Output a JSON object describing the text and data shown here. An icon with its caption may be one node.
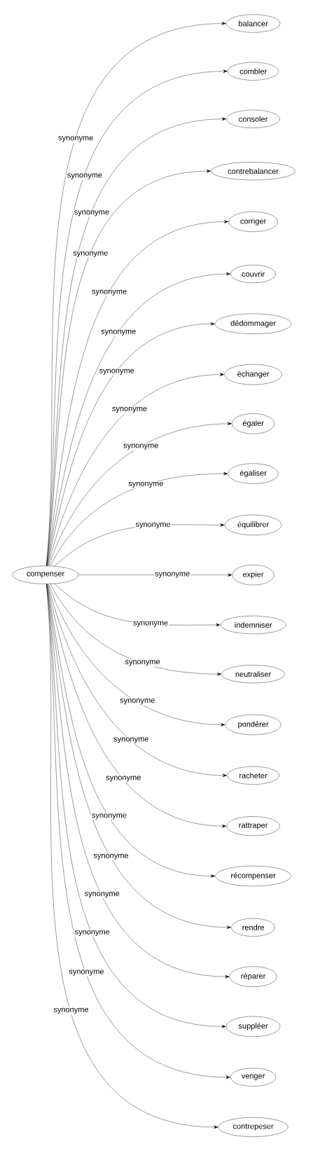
{
  "diagram": {
    "nodes": [
      {
        "text": [
          "compenser"
        ]
      },
      {
        "text": [
          "balancer"
        ]
      },
      {
        "text": [
          "combler"
        ]
      },
      {
        "text": [
          "consoler"
        ]
      },
      {
        "text": [
          "contrebalancer"
        ]
      },
      {
        "text": [
          "corriger"
        ]
      },
      {
        "text": [
          "couvrir"
        ]
      },
      {
        "text": [
          "dédommager"
        ]
      },
      {
        "text": [
          "échanger"
        ]
      },
      {
        "text": [
          "égaler"
        ]
      },
      {
        "text": [
          "égaliser"
        ]
      },
      {
        "text": [
          "équilibrer"
        ]
      },
      {
        "text": [
          "expier"
        ]
      },
      {
        "text": [
          "indemniser"
        ]
      },
      {
        "text": [
          "neutraliser"
        ]
      },
      {
        "text": [
          "pondérer"
        ]
      },
      {
        "text": [
          "racheter"
        ]
      },
      {
        "text": [
          "rattraper"
        ]
      },
      {
        "text": [
          "récompenser"
        ]
      },
      {
        "text": [
          "rendre"
        ]
      },
      {
        "text": [
          "réparer"
        ]
      },
      {
        "text": [
          "suppléer"
        ]
      },
      {
        "text": [
          "venger"
        ]
      },
      {
        "text": [
          "contrepeser"
        ]
      }
    ],
    "edges": [
      {
        "from": 0,
        "to": 1,
        "arrow": "to",
        "label": "synonyme"
      },
      {
        "from": 0,
        "to": 2,
        "arrow": "to",
        "label": "synonyme"
      },
      {
        "from": 0,
        "to": 3,
        "arrow": "to",
        "label": "synonyme"
      },
      {
        "from": 0,
        "to": 4,
        "arrow": "to",
        "label": "synonyme"
      },
      {
        "from": 0,
        "to": 5,
        "arrow": "to",
        "label": "synonyme"
      },
      {
        "from": 0,
        "to": 6,
        "arrow": "to",
        "label": "synonyme"
      },
      {
        "from": 0,
        "to": 7,
        "arrow": "to",
        "label": "synonyme"
      },
      {
        "from": 0,
        "to": 8,
        "arrow": "to",
        "label": "synonyme"
      },
      {
        "from": 0,
        "to": 9,
        "arrow": "to",
        "label": "synonyme"
      },
      {
        "from": 0,
        "to": 10,
        "arrow": "to",
        "label": "synonyme"
      },
      {
        "from": 0,
        "to": 11,
        "arrow": "to",
        "label": "synonyme"
      },
      {
        "from": 0,
        "to": 12,
        "arrow": "to",
        "label": "synonyme"
      },
      {
        "from": 0,
        "to": 13,
        "arrow": "to",
        "label": "synonyme"
      },
      {
        "from": 0,
        "to": 14,
        "arrow": "to",
        "label": "synonyme"
      },
      {
        "from": 0,
        "to": 15,
        "arrow": "to",
        "label": "synonyme"
      },
      {
        "from": 0,
        "to": 16,
        "arrow": "to",
        "label": "synonyme"
      },
      {
        "from": 0,
        "to": 17,
        "arrow": "to",
        "label": "synonyme"
      },
      {
        "from": 0,
        "to": 18,
        "arrow": "to",
        "label": "synonyme"
      },
      {
        "from": 0,
        "to": 19,
        "arrow": "to",
        "label": "synonyme"
      },
      {
        "from": 0,
        "to": 20,
        "arrow": "to",
        "label": "synonyme"
      },
      {
        "from": 0,
        "to": 21,
        "arrow": "to",
        "label": "synonyme"
      },
      {
        "from": 0,
        "to": 22,
        "arrow": "to",
        "label": "synonyme"
      },
      {
        "from": 0,
        "to": 23,
        "arrow": "to",
        "label": "synonyme"
      }
    ]
  }
}
